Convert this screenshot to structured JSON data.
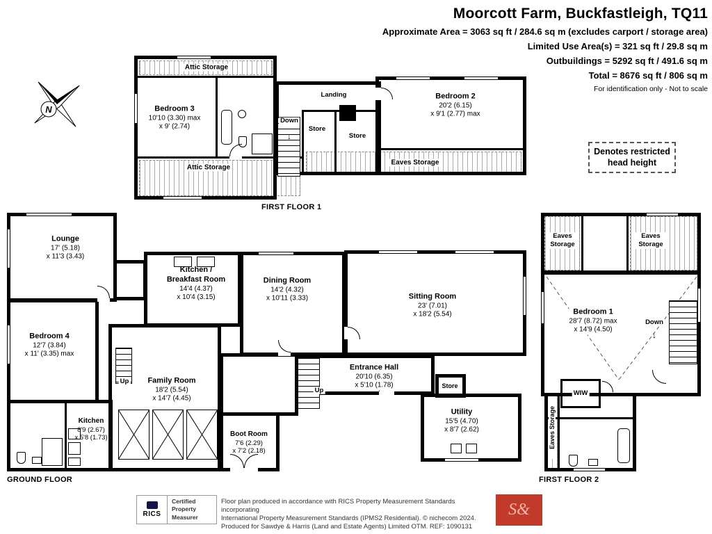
{
  "header": {
    "title": "Moorcott Farm, Buckfastleigh, TQ11",
    "line1": "Approximate Area = 3063 sq ft / 284.6 sq m (excludes carport / storage area)",
    "line2": "Limited Use Area(s) = 321 sq ft / 29.8 sq m",
    "line3": "Outbuildings = 5292 sq ft / 491.6 sq m",
    "line4": "Total = 8676 sq ft / 806 sq m",
    "note": "For identification only - Not to scale"
  },
  "legend": {
    "restricted": "Denotes restricted head height"
  },
  "compass": {
    "north": "N"
  },
  "icons": {
    "down_arrow": "↓"
  },
  "ff1": {
    "label": "FIRST FLOOR 1",
    "attic_top": "Attic Storage",
    "attic_bottom": "Attic Storage",
    "eaves": "Eaves Storage",
    "landing": "Landing",
    "down": "Down",
    "store1": "Store",
    "store2": "Store",
    "bedroom3": {
      "name": "Bedroom 3",
      "dim1": "10'10 (3.30) max",
      "dim2": "x 9' (2.74)"
    },
    "bedroom2": {
      "name": "Bedroom 2",
      "dim1": "20'2 (6.15)",
      "dim2": "x 9'1 (2.77) max"
    }
  },
  "gf": {
    "label": "GROUND FLOOR",
    "up1": "Up",
    "up2": "Up",
    "store": "Store",
    "lounge": {
      "name": "Lounge",
      "dim1": "17' (5.18)",
      "dim2": "x 11'3 (3.43)"
    },
    "kitchen_breakfast": {
      "name": "Kitchen / Breakfast Room",
      "dim1": "14'4 (4.37)",
      "dim2": "x 10'4 (3.15)"
    },
    "dining": {
      "name": "Dining Room",
      "dim1": "14'2 (4.32)",
      "dim2": "x 10'11 (3.33)"
    },
    "sitting": {
      "name": "Sitting Room",
      "dim1": "23' (7.01)",
      "dim2": "x 18'2 (5.54)"
    },
    "bedroom4": {
      "name": "Bedroom 4",
      "dim1": "12'7 (3.84)",
      "dim2": "x 11' (3.35) max"
    },
    "family": {
      "name": "Family Room",
      "dim1": "18'2 (5.54)",
      "dim2": "x 14'7 (4.45)"
    },
    "entrance": {
      "name": "Entrance Hall",
      "dim1": "20'10 (6.35)",
      "dim2": "x 5'10 (1.78)"
    },
    "kitchen": {
      "name": "Kitchen",
      "dim1": "8'9 (2.67)",
      "dim2": "x 5'8 (1.73)"
    },
    "boot": {
      "name": "Boot Room",
      "dim1": "7'6 (2.29)",
      "dim2": "x 7'2 (2.18)"
    },
    "utility": {
      "name": "Utility",
      "dim1": "15'5 (4.70)",
      "dim2": "x 8'7 (2.62)"
    }
  },
  "ff2": {
    "label": "FIRST FLOOR 2",
    "eaves_left": "Eaves Storage",
    "eaves_right": "Eaves Storage",
    "eaves_strip": "Eaves Storage",
    "wiw": "WIW",
    "down": "Down",
    "bedroom1": {
      "name": "Bedroom 1",
      "dim1": "28'7 (8.72) max",
      "dim2": "x 14'9 (4.50)"
    }
  },
  "footer": {
    "rics_brand": "RICS",
    "cert_line1": "Certified",
    "cert_line2": "Property",
    "cert_line3": "Measurer",
    "line1": "Floor plan produced in accordance with RICS Property Measurement Standards incorporating",
    "line2": "International Property Measurement Standards (IPMS2 Residential).   © nichecom 2024.",
    "line3": "Produced for Sawdye & Harris (Land and Estate Agents) Limited OTM.   REF: 1090131",
    "logo_glyph": "S&"
  }
}
